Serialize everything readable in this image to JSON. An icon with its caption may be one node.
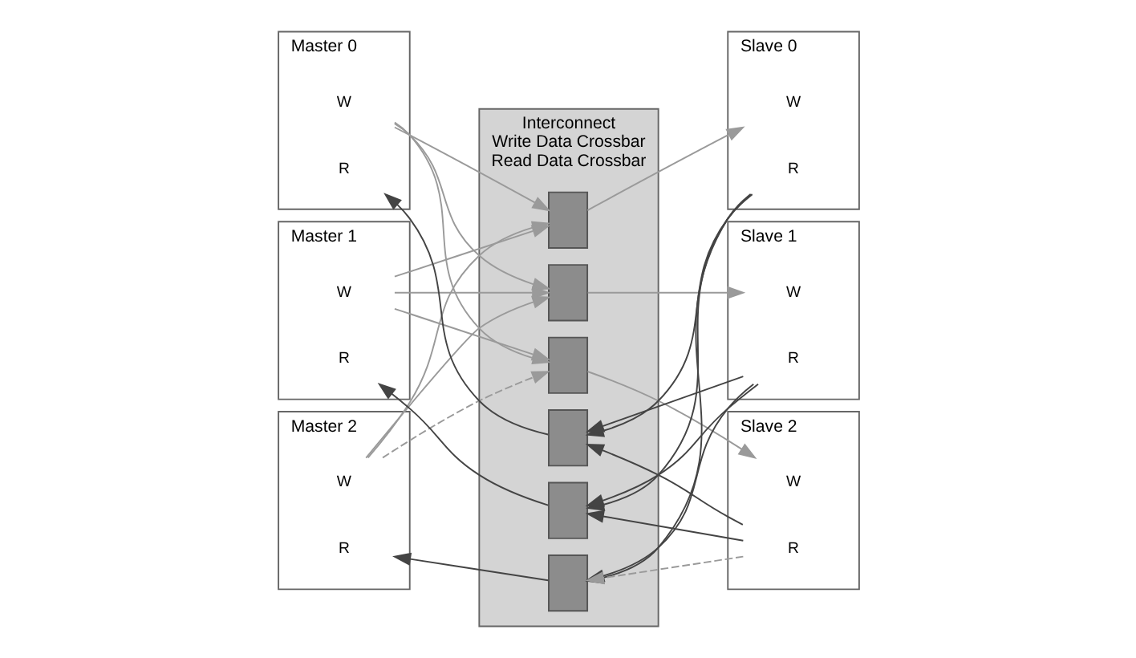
{
  "diagram": {
    "nodes": [
      {
        "text": [
          "Master 0"
        ]
      },
      {
        "text": [
          "W"
        ],
        "in": 0
      },
      {
        "text": [
          "R"
        ],
        "in": 0
      },
      {
        "text": [
          "Master 1"
        ]
      },
      {
        "text": [
          "W"
        ],
        "in": 3
      },
      {
        "text": [
          "R"
        ],
        "in": 3
      },
      {
        "text": [
          "Master 2"
        ]
      },
      {
        "text": [
          "W"
        ],
        "in": 6
      },
      {
        "text": [
          "R"
        ],
        "in": 6
      },
      {
        "text": [
          "Interconnect",
          "Write Data Crossbar",
          "Read Data Crossbar"
        ]
      },
      {
        "text": [],
        "shape": "trapezoid",
        "in": 9
      },
      {
        "text": [],
        "shape": "trapezoid",
        "in": 9
      },
      {
        "text": [],
        "shape": "trapezoid",
        "in": 9
      },
      {
        "text": [],
        "shape": "trapezoid",
        "in": 9
      },
      {
        "text": [],
        "shape": "trapezoid",
        "in": 9
      },
      {
        "text": [],
        "shape": "trapezoid",
        "in": 9
      },
      {
        "text": [
          "Slave 0"
        ]
      },
      {
        "text": [
          "W"
        ],
        "in": 16
      },
      {
        "text": [
          "R"
        ],
        "in": 16
      },
      {
        "text": [
          "Slave 1"
        ]
      },
      {
        "text": [
          "W"
        ],
        "in": 19
      },
      {
        "text": [
          "R"
        ],
        "in": 19
      },
      {
        "text": [
          "Slave 2"
        ]
      },
      {
        "text": [
          "W"
        ],
        "in": 22
      },
      {
        "text": [
          "R"
        ],
        "in": 22
      }
    ],
    "edges": [
      {
        "from": 1,
        "to": 10,
        "arrow": "to",
        "color": "#9a9a9a"
      },
      {
        "from": 1,
        "to": 11,
        "arrow": "to",
        "color": "#9a9a9a"
      },
      {
        "from": 1,
        "to": 12,
        "arrow": "to",
        "color": "#9a9a9a"
      },
      {
        "from": 4,
        "to": 10,
        "arrow": "to",
        "color": "#9a9a9a"
      },
      {
        "from": 4,
        "to": 11,
        "arrow": "to",
        "color": "#9a9a9a"
      },
      {
        "from": 4,
        "to": 12,
        "arrow": "to",
        "color": "#9a9a9a"
      },
      {
        "from": 7,
        "to": 10,
        "arrow": "to",
        "color": "#9a9a9a"
      },
      {
        "from": 7,
        "to": 11,
        "arrow": "to",
        "color": "#9a9a9a"
      },
      {
        "from": 7,
        "to": 12,
        "arrow": "to",
        "style": "dashed",
        "color": "#9a9a9a"
      },
      {
        "from": 10,
        "to": 17,
        "arrow": "to",
        "color": "#9a9a9a"
      },
      {
        "from": 11,
        "to": 20,
        "arrow": "to",
        "color": "#9a9a9a"
      },
      {
        "from": 12,
        "to": 23,
        "arrow": "to",
        "color": "#9a9a9a"
      },
      {
        "from": 18,
        "to": 13,
        "arrow": "to",
        "color": "#444444"
      },
      {
        "from": 18,
        "to": 14,
        "arrow": "to",
        "color": "#444444"
      },
      {
        "from": 18,
        "to": 15,
        "arrow": "to",
        "color": "#444444"
      },
      {
        "from": 21,
        "to": 13,
        "arrow": "to",
        "color": "#444444"
      },
      {
        "from": 21,
        "to": 14,
        "arrow": "to",
        "color": "#444444"
      },
      {
        "from": 21,
        "to": 15,
        "arrow": "to",
        "color": "#444444"
      },
      {
        "from": 24,
        "to": 13,
        "arrow": "to",
        "color": "#444444"
      },
      {
        "from": 24,
        "to": 14,
        "arrow": "to",
        "color": "#444444"
      },
      {
        "from": 24,
        "to": 15,
        "arrow": "to",
        "style": "dashed",
        "color": "#9a9a9a"
      },
      {
        "from": 13,
        "to": 2,
        "arrow": "to",
        "color": "#444444"
      },
      {
        "from": 14,
        "to": 5,
        "arrow": "to",
        "color": "#444444"
      },
      {
        "from": 15,
        "to": 8,
        "arrow": "to",
        "color": "#444444"
      }
    ]
  }
}
